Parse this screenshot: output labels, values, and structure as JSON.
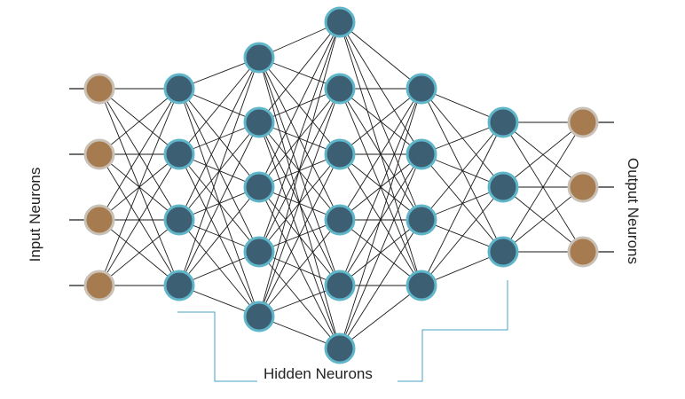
{
  "labels": {
    "input": "Input Neurons",
    "hidden": "Hidden Neurons",
    "output": "Output Neurons"
  },
  "network": {
    "layers": [
      {
        "name": "input",
        "neurons": 4,
        "type": "input"
      },
      {
        "name": "hidden-1",
        "neurons": 4,
        "type": "hidden"
      },
      {
        "name": "hidden-2",
        "neurons": 5,
        "type": "hidden"
      },
      {
        "name": "hidden-3",
        "neurons": 6,
        "type": "hidden"
      },
      {
        "name": "hidden-4",
        "neurons": 4,
        "type": "hidden"
      },
      {
        "name": "hidden-5",
        "neurons": 3,
        "type": "hidden"
      },
      {
        "name": "output",
        "neurons": 3,
        "type": "output"
      }
    ]
  },
  "colors": {
    "input_fill": "#a67b4f",
    "input_stroke": "#c9c0b6",
    "hidden_fill": "#3d5f73",
    "hidden_stroke": "#5fb6c9",
    "output_fill": "#a67b4f",
    "output_stroke": "#c9c0b6",
    "edge": "#1a1a1a",
    "bracket": "#4aa3c4"
  }
}
